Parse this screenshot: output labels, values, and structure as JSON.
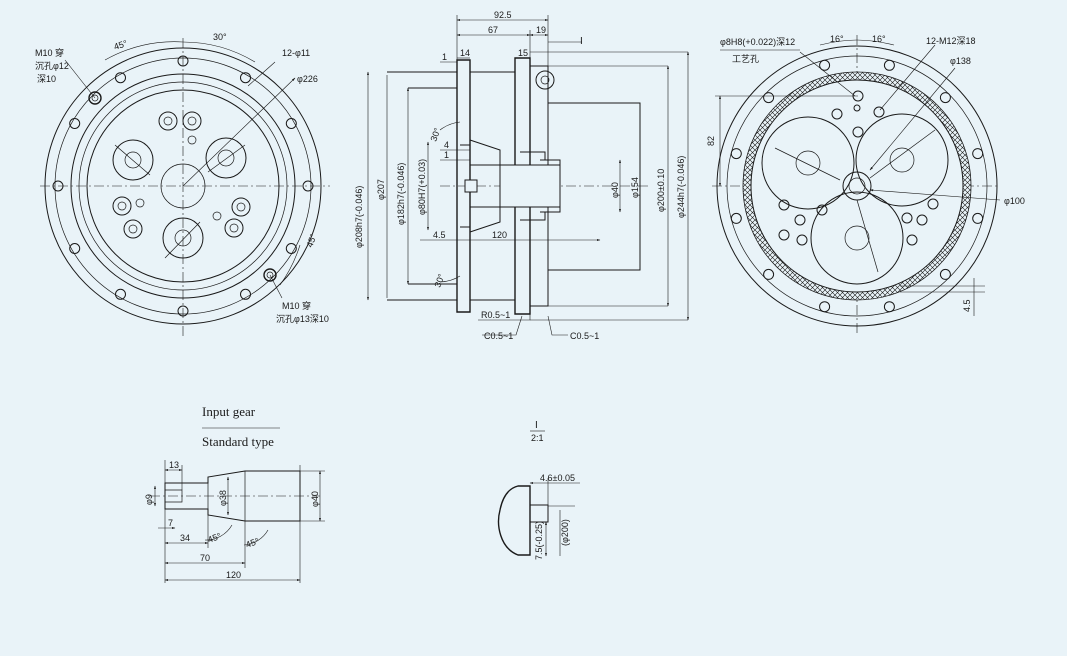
{
  "front_view": {
    "labels": {
      "m10_through": "M10 穿",
      "counterbore_12": "沉孔φ12",
      "depth_10": "深10",
      "angle_45_top": "45°",
      "angle_30": "30°",
      "holes_12": "12-φ11",
      "dia_226": "φ226",
      "angle_45_side": "45°",
      "m10_through_2": "M10 穿",
      "counterbore_13": "沉孔φ13深10"
    }
  },
  "section_view": {
    "labels": {
      "len_92_5": "92.5",
      "len_67": "67",
      "len_19": "19",
      "len_14": "14",
      "len_15": "15",
      "len_1a": "1",
      "len_1b": "1",
      "len_4": "4",
      "len_4_5": "4.5",
      "len_120": "120",
      "angle_30_top": "30°",
      "angle_30_bottom": "30°",
      "detail_ref": "I",
      "dia_208": "φ208h7(-0.046)",
      "dia_207": "φ207",
      "dia_182": "φ182h7(-0.046)",
      "dia_80": "φ80H7(+0.03)",
      "dia_40": "φ40",
      "dia_154": "φ154",
      "dia_200": "φ200±0.10",
      "dia_244": "φ244h7(-0.046)",
      "fillet_r": "R0.5~1",
      "chamfer_c1": "C0.5~1",
      "chamfer_c2": "C0.5~1"
    }
  },
  "rear_view": {
    "labels": {
      "pin_hole": "φ8H8(+0.022)深12",
      "process_hole": "工艺孔",
      "angle_16a": "16°",
      "angle_16b": "16°",
      "thread_12": "12-M12深18",
      "dia_138": "φ138",
      "len_82": "82",
      "dia_100": "φ100",
      "len_4_5": "4.5"
    }
  },
  "input_gear": {
    "title": "Input gear",
    "subtitle": "Standard type",
    "labels": {
      "len_13": "13",
      "dia_9": "φ9",
      "dia_38": "φ38",
      "dia_40": "φ40",
      "len_7": "7",
      "len_34": "34",
      "angle_45a": "45°",
      "angle_45b": "45°",
      "len_70": "70",
      "len_120": "120"
    }
  },
  "detail_view": {
    "labels": {
      "name": "I",
      "scale": "2:1",
      "width": "4.6±0.05",
      "height": "7.5(-0.25)",
      "ref_dia": "(φ200)"
    }
  }
}
